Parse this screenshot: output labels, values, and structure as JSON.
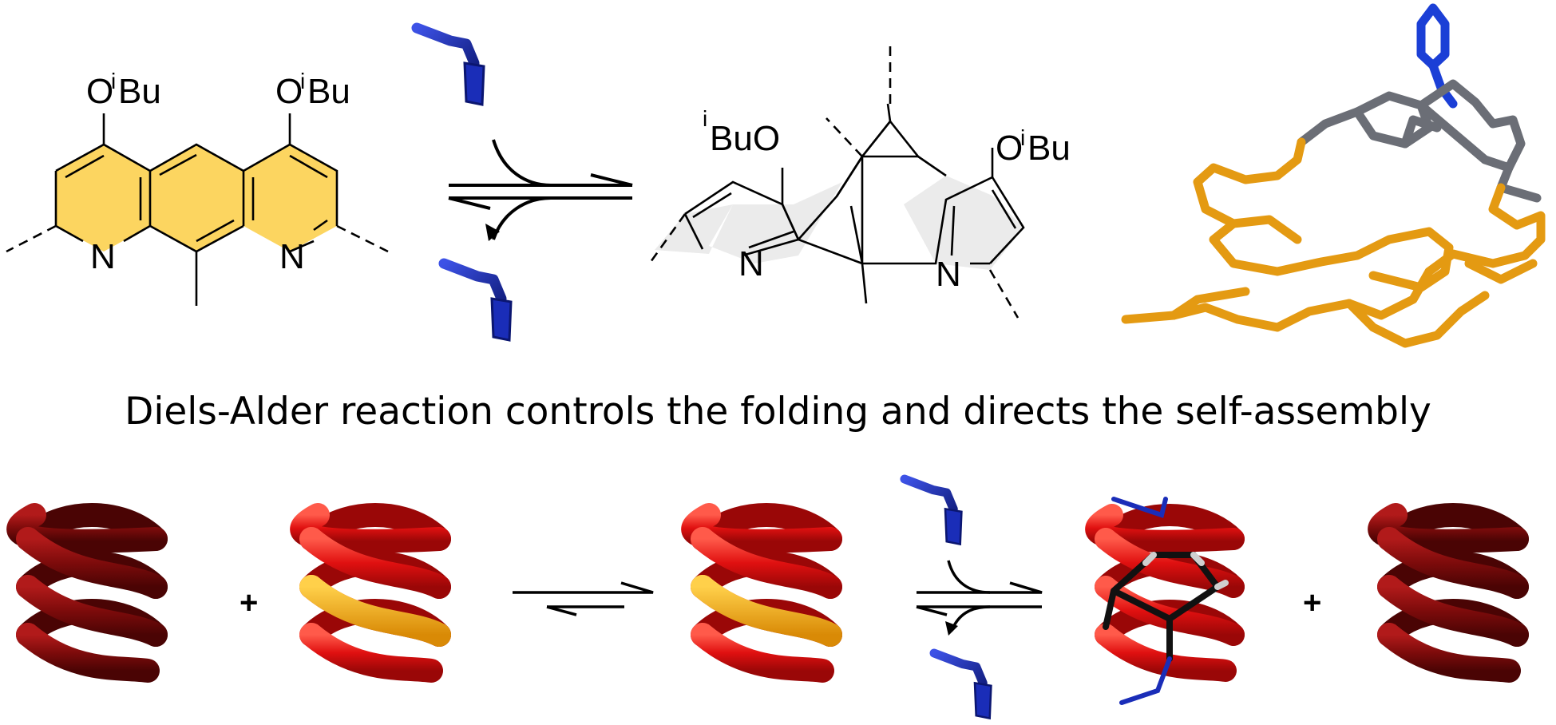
{
  "labels": {
    "obu_left_o": "O",
    "obu_left_i": "i",
    "obu_left_bu": "Bu",
    "obu_right_o": "O",
    "obu_right_i": "i",
    "obu_right_bu": "Bu",
    "n_left": "N",
    "n_right": "N",
    "adduct_ibuo_i": "i",
    "adduct_ibuo_bu": "BuO",
    "adduct_obu_o": "O",
    "adduct_obu_i": "i",
    "adduct_obu_bu": "Bu",
    "adduct_n_left": "N",
    "adduct_n_right": "N",
    "plus_1": "+",
    "plus_2": "+"
  },
  "caption": "Diels-Alder reaction controls the folding and directs the self-assembly",
  "colors": {
    "ring_fill": "#fcd560",
    "adduct_fill": "#ebebeb",
    "anthracene_blue": "#1a2db8",
    "helix_dark": "#7d0b0b",
    "helix_red": "#e01010",
    "helix_orange": "#f2a20c",
    "model_orange": "#e49a12",
    "model_grey": "#6b6e76",
    "model_blue": "#1b3fd6"
  }
}
